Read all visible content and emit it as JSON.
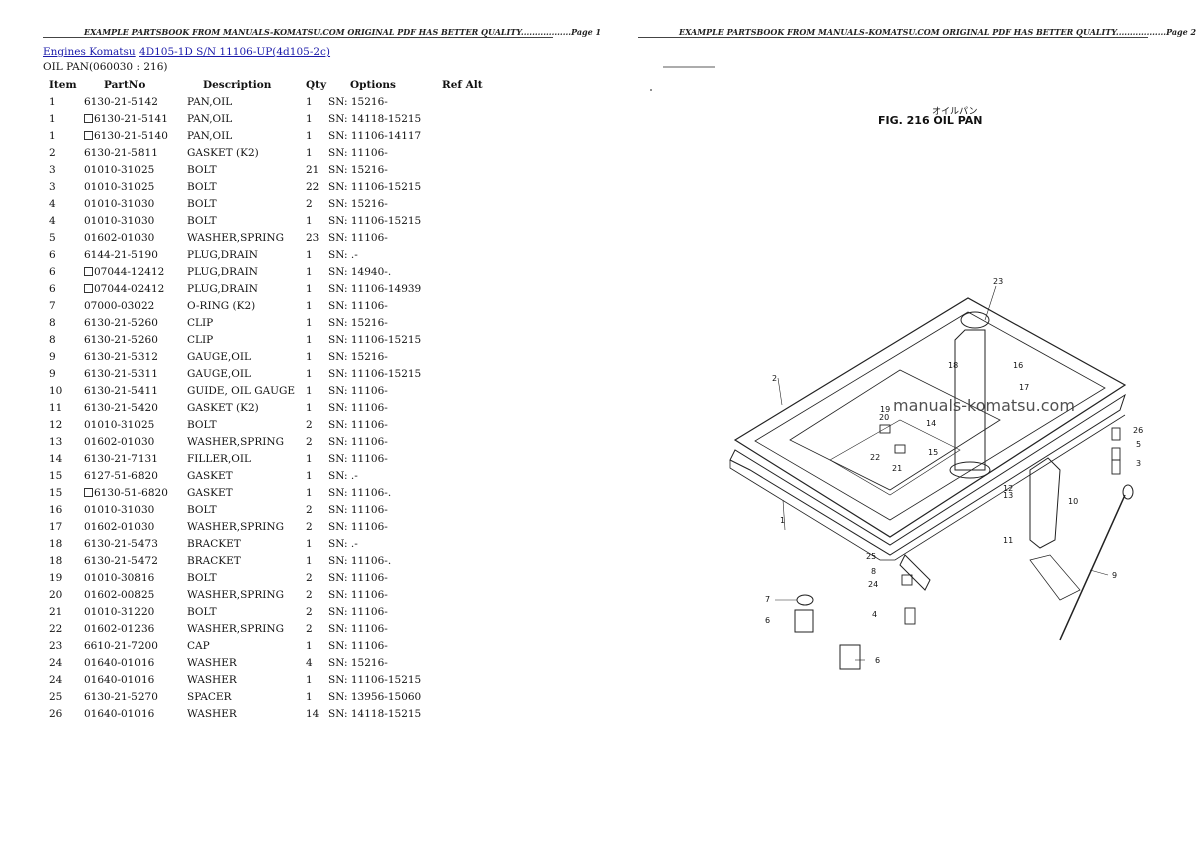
{
  "header": {
    "left": "EXAMPLE PARTSBOOK FROM MANUALS-KOMATSU.COM ORIGINAL PDF HAS BETTER QUALITY..................Page 1",
    "right": "EXAMPLE PARTSBOOK FROM MANUALS-KOMATSU.COM ORIGINAL PDF HAS BETTER QUALITY..................Page 2"
  },
  "breadcrumb": {
    "link1": "Engines Komatsu",
    "link2": "4D105-1D S/N 11106-UP(4d105-2c)"
  },
  "section_title": "OIL PAN(060030 : 216)",
  "table": {
    "columns": [
      "Item",
      "PartNo",
      "Description",
      "Qty",
      "Options",
      "Ref Alt"
    ],
    "rows": [
      {
        "item": "1",
        "box": false,
        "part": "6130-21-5142",
        "desc": "PAN,OIL",
        "qty": "1",
        "opt": "SN: 15216-"
      },
      {
        "item": "1",
        "box": true,
        "part": "6130-21-5141",
        "desc": "PAN,OIL",
        "qty": "1",
        "opt": "SN: 14118-15215"
      },
      {
        "item": "1",
        "box": true,
        "part": "6130-21-5140",
        "desc": "PAN,OIL",
        "qty": "1",
        "opt": "SN: 11106-14117"
      },
      {
        "item": "2",
        "box": false,
        "part": "6130-21-5811",
        "desc": "GASKET (K2)",
        "qty": "1",
        "opt": "SN: 11106-"
      },
      {
        "item": "3",
        "box": false,
        "part": "01010-31025",
        "desc": "BOLT",
        "qty": "21",
        "opt": "SN: 15216-"
      },
      {
        "item": "3",
        "box": false,
        "part": "01010-31025",
        "desc": "BOLT",
        "qty": "22",
        "opt": "SN: 11106-15215"
      },
      {
        "item": "4",
        "box": false,
        "part": "01010-31030",
        "desc": "BOLT",
        "qty": "2",
        "opt": "SN: 15216-"
      },
      {
        "item": "4",
        "box": false,
        "part": "01010-31030",
        "desc": "BOLT",
        "qty": "1",
        "opt": "SN: 11106-15215"
      },
      {
        "item": "5",
        "box": false,
        "part": "01602-01030",
        "desc": "WASHER,SPRING",
        "qty": "23",
        "opt": "SN: 11106-"
      },
      {
        "item": "6",
        "box": false,
        "part": "6144-21-5190",
        "desc": "PLUG,DRAIN",
        "qty": "1",
        "opt": "SN: .-"
      },
      {
        "item": "6",
        "box": true,
        "part": "07044-12412",
        "desc": "PLUG,DRAIN",
        "qty": "1",
        "opt": "SN: 14940-."
      },
      {
        "item": "6",
        "box": true,
        "part": "07044-02412",
        "desc": "PLUG,DRAIN",
        "qty": "1",
        "opt": "SN: 11106-14939"
      },
      {
        "item": "7",
        "box": false,
        "part": "07000-03022",
        "desc": "O-RING (K2)",
        "qty": "1",
        "opt": "SN: 11106-"
      },
      {
        "item": "8",
        "box": false,
        "part": "6130-21-5260",
        "desc": "CLIP",
        "qty": "1",
        "opt": "SN: 15216-"
      },
      {
        "item": "8",
        "box": false,
        "part": "6130-21-5260",
        "desc": "CLIP",
        "qty": "1",
        "opt": "SN: 11106-15215"
      },
      {
        "item": "9",
        "box": false,
        "part": "6130-21-5312",
        "desc": "GAUGE,OIL",
        "qty": "1",
        "opt": "SN: 15216-"
      },
      {
        "item": "9",
        "box": false,
        "part": "6130-21-5311",
        "desc": "GAUGE,OIL",
        "qty": "1",
        "opt": "SN: 11106-15215"
      },
      {
        "item": "10",
        "box": false,
        "part": "6130-21-5411",
        "desc": "GUIDE, OIL GAUGE",
        "qty": "1",
        "opt": "SN: 11106-"
      },
      {
        "item": "11",
        "box": false,
        "part": "6130-21-5420",
        "desc": "GASKET (K2)",
        "qty": "1",
        "opt": "SN: 11106-"
      },
      {
        "item": "12",
        "box": false,
        "part": "01010-31025",
        "desc": "BOLT",
        "qty": "2",
        "opt": "SN: 11106-"
      },
      {
        "item": "13",
        "box": false,
        "part": "01602-01030",
        "desc": "WASHER,SPRING",
        "qty": "2",
        "opt": "SN: 11106-"
      },
      {
        "item": "14",
        "box": false,
        "part": "6130-21-7131",
        "desc": "FILLER,OIL",
        "qty": "1",
        "opt": "SN: 11106-"
      },
      {
        "item": "15",
        "box": false,
        "part": "6127-51-6820",
        "desc": "GASKET",
        "qty": "1",
        "opt": "SN: .-"
      },
      {
        "item": "15",
        "box": true,
        "part": "6130-51-6820",
        "desc": "GASKET",
        "qty": "1",
        "opt": "SN: 11106-."
      },
      {
        "item": "16",
        "box": false,
        "part": "01010-31030",
        "desc": "BOLT",
        "qty": "2",
        "opt": "SN: 11106-"
      },
      {
        "item": "17",
        "box": false,
        "part": "01602-01030",
        "desc": "WASHER,SPRING",
        "qty": "2",
        "opt": "SN: 11106-"
      },
      {
        "item": "18",
        "box": false,
        "part": "6130-21-5473",
        "desc": "BRACKET",
        "qty": "1",
        "opt": "SN: .-"
      },
      {
        "item": "18",
        "box": false,
        "part": "6130-21-5472",
        "desc": "BRACKET",
        "qty": "1",
        "opt": "SN: 11106-."
      },
      {
        "item": "19",
        "box": false,
        "part": "01010-30816",
        "desc": "BOLT",
        "qty": "2",
        "opt": "SN: 11106-"
      },
      {
        "item": "20",
        "box": false,
        "part": "01602-00825",
        "desc": "WASHER,SPRING",
        "qty": "2",
        "opt": "SN: 11106-"
      },
      {
        "item": "21",
        "box": false,
        "part": "01010-31220",
        "desc": "BOLT",
        "qty": "2",
        "opt": "SN: 11106-"
      },
      {
        "item": "22",
        "box": false,
        "part": "01602-01236",
        "desc": "WASHER,SPRING",
        "qty": "2",
        "opt": "SN: 11106-"
      },
      {
        "item": "23",
        "box": false,
        "part": "6610-21-7200",
        "desc": "CAP",
        "qty": "1",
        "opt": "SN: 11106-"
      },
      {
        "item": "24",
        "box": false,
        "part": "01640-01016",
        "desc": "WASHER",
        "qty": "4",
        "opt": "SN: 15216-"
      },
      {
        "item": "24",
        "box": false,
        "part": "01640-01016",
        "desc": "WASHER",
        "qty": "1",
        "opt": "SN: 11106-15215"
      },
      {
        "item": "25",
        "box": false,
        "part": "6130-21-5270",
        "desc": "SPACER",
        "qty": "1",
        "opt": "SN: 13956-15060"
      },
      {
        "item": "26",
        "box": false,
        "part": "01640-01016",
        "desc": "WASHER",
        "qty": "14",
        "opt": "SN: 14118-15215"
      }
    ]
  },
  "figure": {
    "title_jp": "オイルパン",
    "title": "FIG. 216  OIL PAN",
    "watermark": "manuals-komatsu.com",
    "callouts": [
      "23",
      "2",
      "18",
      "16",
      "17",
      "19",
      "20",
      "14",
      "21",
      "22",
      "15",
      "26",
      "5",
      "3",
      "12",
      "13",
      "10",
      "11",
      "25",
      "8",
      "24",
      "4",
      "7",
      "6",
      "9",
      "1"
    ]
  }
}
